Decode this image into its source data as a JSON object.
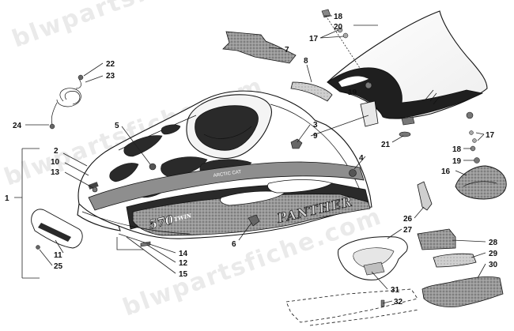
{
  "watermark": "blwpartsfiche.com",
  "decals": {
    "model_number": "570",
    "model_suffix": "TWIN",
    "model_name": "PANTHER",
    "side_script": "ARCTIC CAT"
  },
  "callouts": [
    "1",
    "2",
    "3",
    "4",
    "5",
    "6",
    "7",
    "8",
    "9",
    "10",
    "11",
    "12",
    "13",
    "14",
    "15",
    "16",
    "17",
    "18",
    "19",
    "20",
    "21",
    "22",
    "23",
    "24",
    "25",
    "26",
    "27",
    "28",
    "29",
    "30",
    "31",
    "32"
  ],
  "colors": {
    "ink": "#111111",
    "dark_panel": "#2a2a2a",
    "gray_panel": "#8e8e8e",
    "light_panel": "#c8c8c8",
    "watermark": "#d9d9d9"
  }
}
